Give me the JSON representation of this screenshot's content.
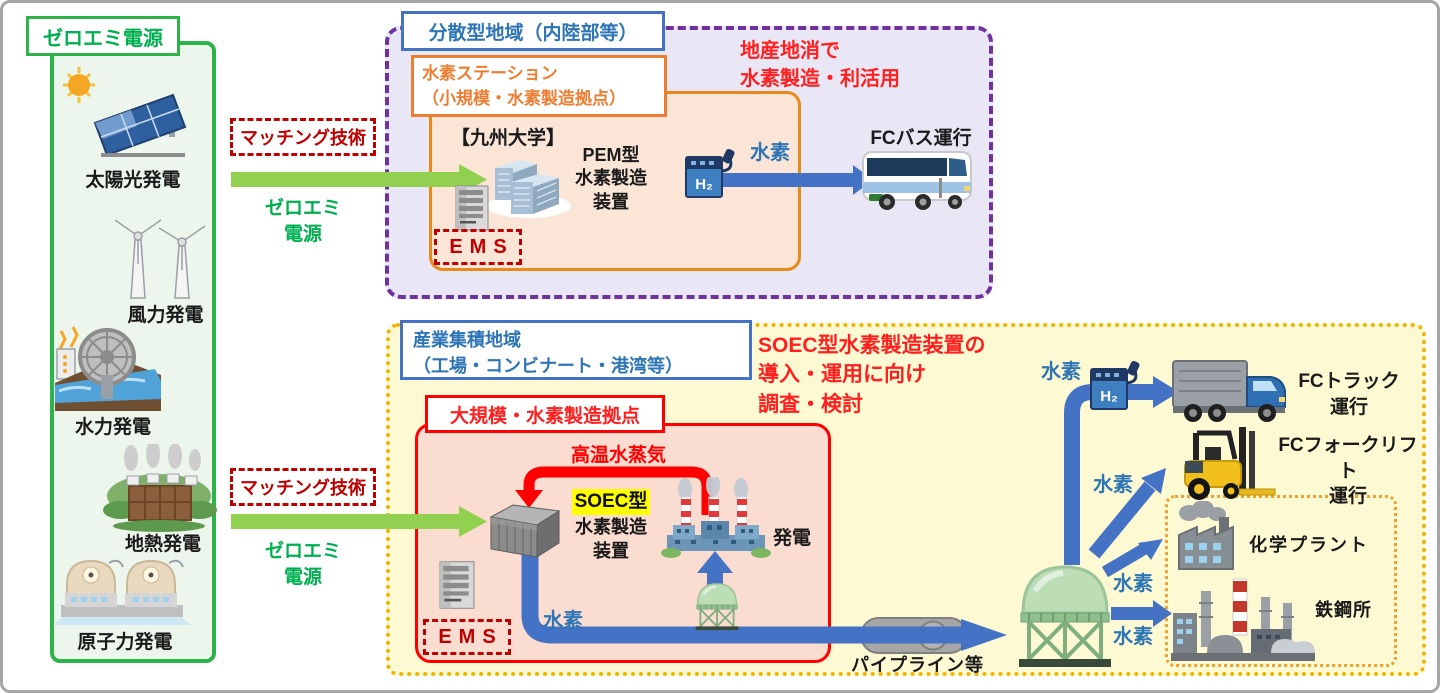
{
  "colors": {
    "green": "#00B050",
    "light_green_arrow": "#92D050",
    "blue_arrow": "#4472C4",
    "hydrogen_blue": "#2E75B6",
    "orange": "#ED7D31",
    "red": "#FF0000",
    "dark_red": "#C00000",
    "purple": "#7030A0",
    "gold": "#FFC000"
  },
  "zero_emission": {
    "title": "ゼロエミ電源",
    "sources": [
      {
        "label": "太陽光発電"
      },
      {
        "label": "風力発電"
      },
      {
        "label": "水力発電"
      },
      {
        "label": "地熱発電"
      },
      {
        "label": "原子力発電"
      }
    ]
  },
  "matching": {
    "label": "マッチング技術",
    "arrow_label": "ゼロエミ\n電源"
  },
  "distributed_region": {
    "title": "分散型地域（内陸部等）",
    "headline": "地産地消で\n水素製造・利活用",
    "station": "水素ステーション\n（小規模・水素製造拠点）",
    "university": "【九州大学】",
    "pem_device": "PEM型\n水素製造\n装置",
    "ems": "EMS",
    "h2": "H₂",
    "hydrogen": "水素",
    "fc_bus": "FCバス運行"
  },
  "industrial_region": {
    "title": "産業集積地域\n（工場・コンビナート・港湾等）",
    "headline": "SOEC型水素製造装置の\n導入・運用に向け\n調査・検討",
    "base": "大規模・水素製造拠点",
    "steam": "高温水蒸気",
    "soec_type": "SOEC型",
    "soec_device": "水素製造\n装置",
    "power_generation": "発電",
    "ems": "EMS",
    "hydrogen_pipe": "水素",
    "pipeline": "パイプライン等",
    "h2": "H₂",
    "hydrogen_truck": "水素",
    "fc_truck": "FCトラック\n運行",
    "hydrogen_forklift": "水素",
    "fc_forklift": "FCフォークリフト\n運行",
    "hydrogen_chemical": "水素",
    "chemical_plant": "化学プラント",
    "hydrogen_steel": "水素",
    "steel_works": "鉄鋼所"
  }
}
